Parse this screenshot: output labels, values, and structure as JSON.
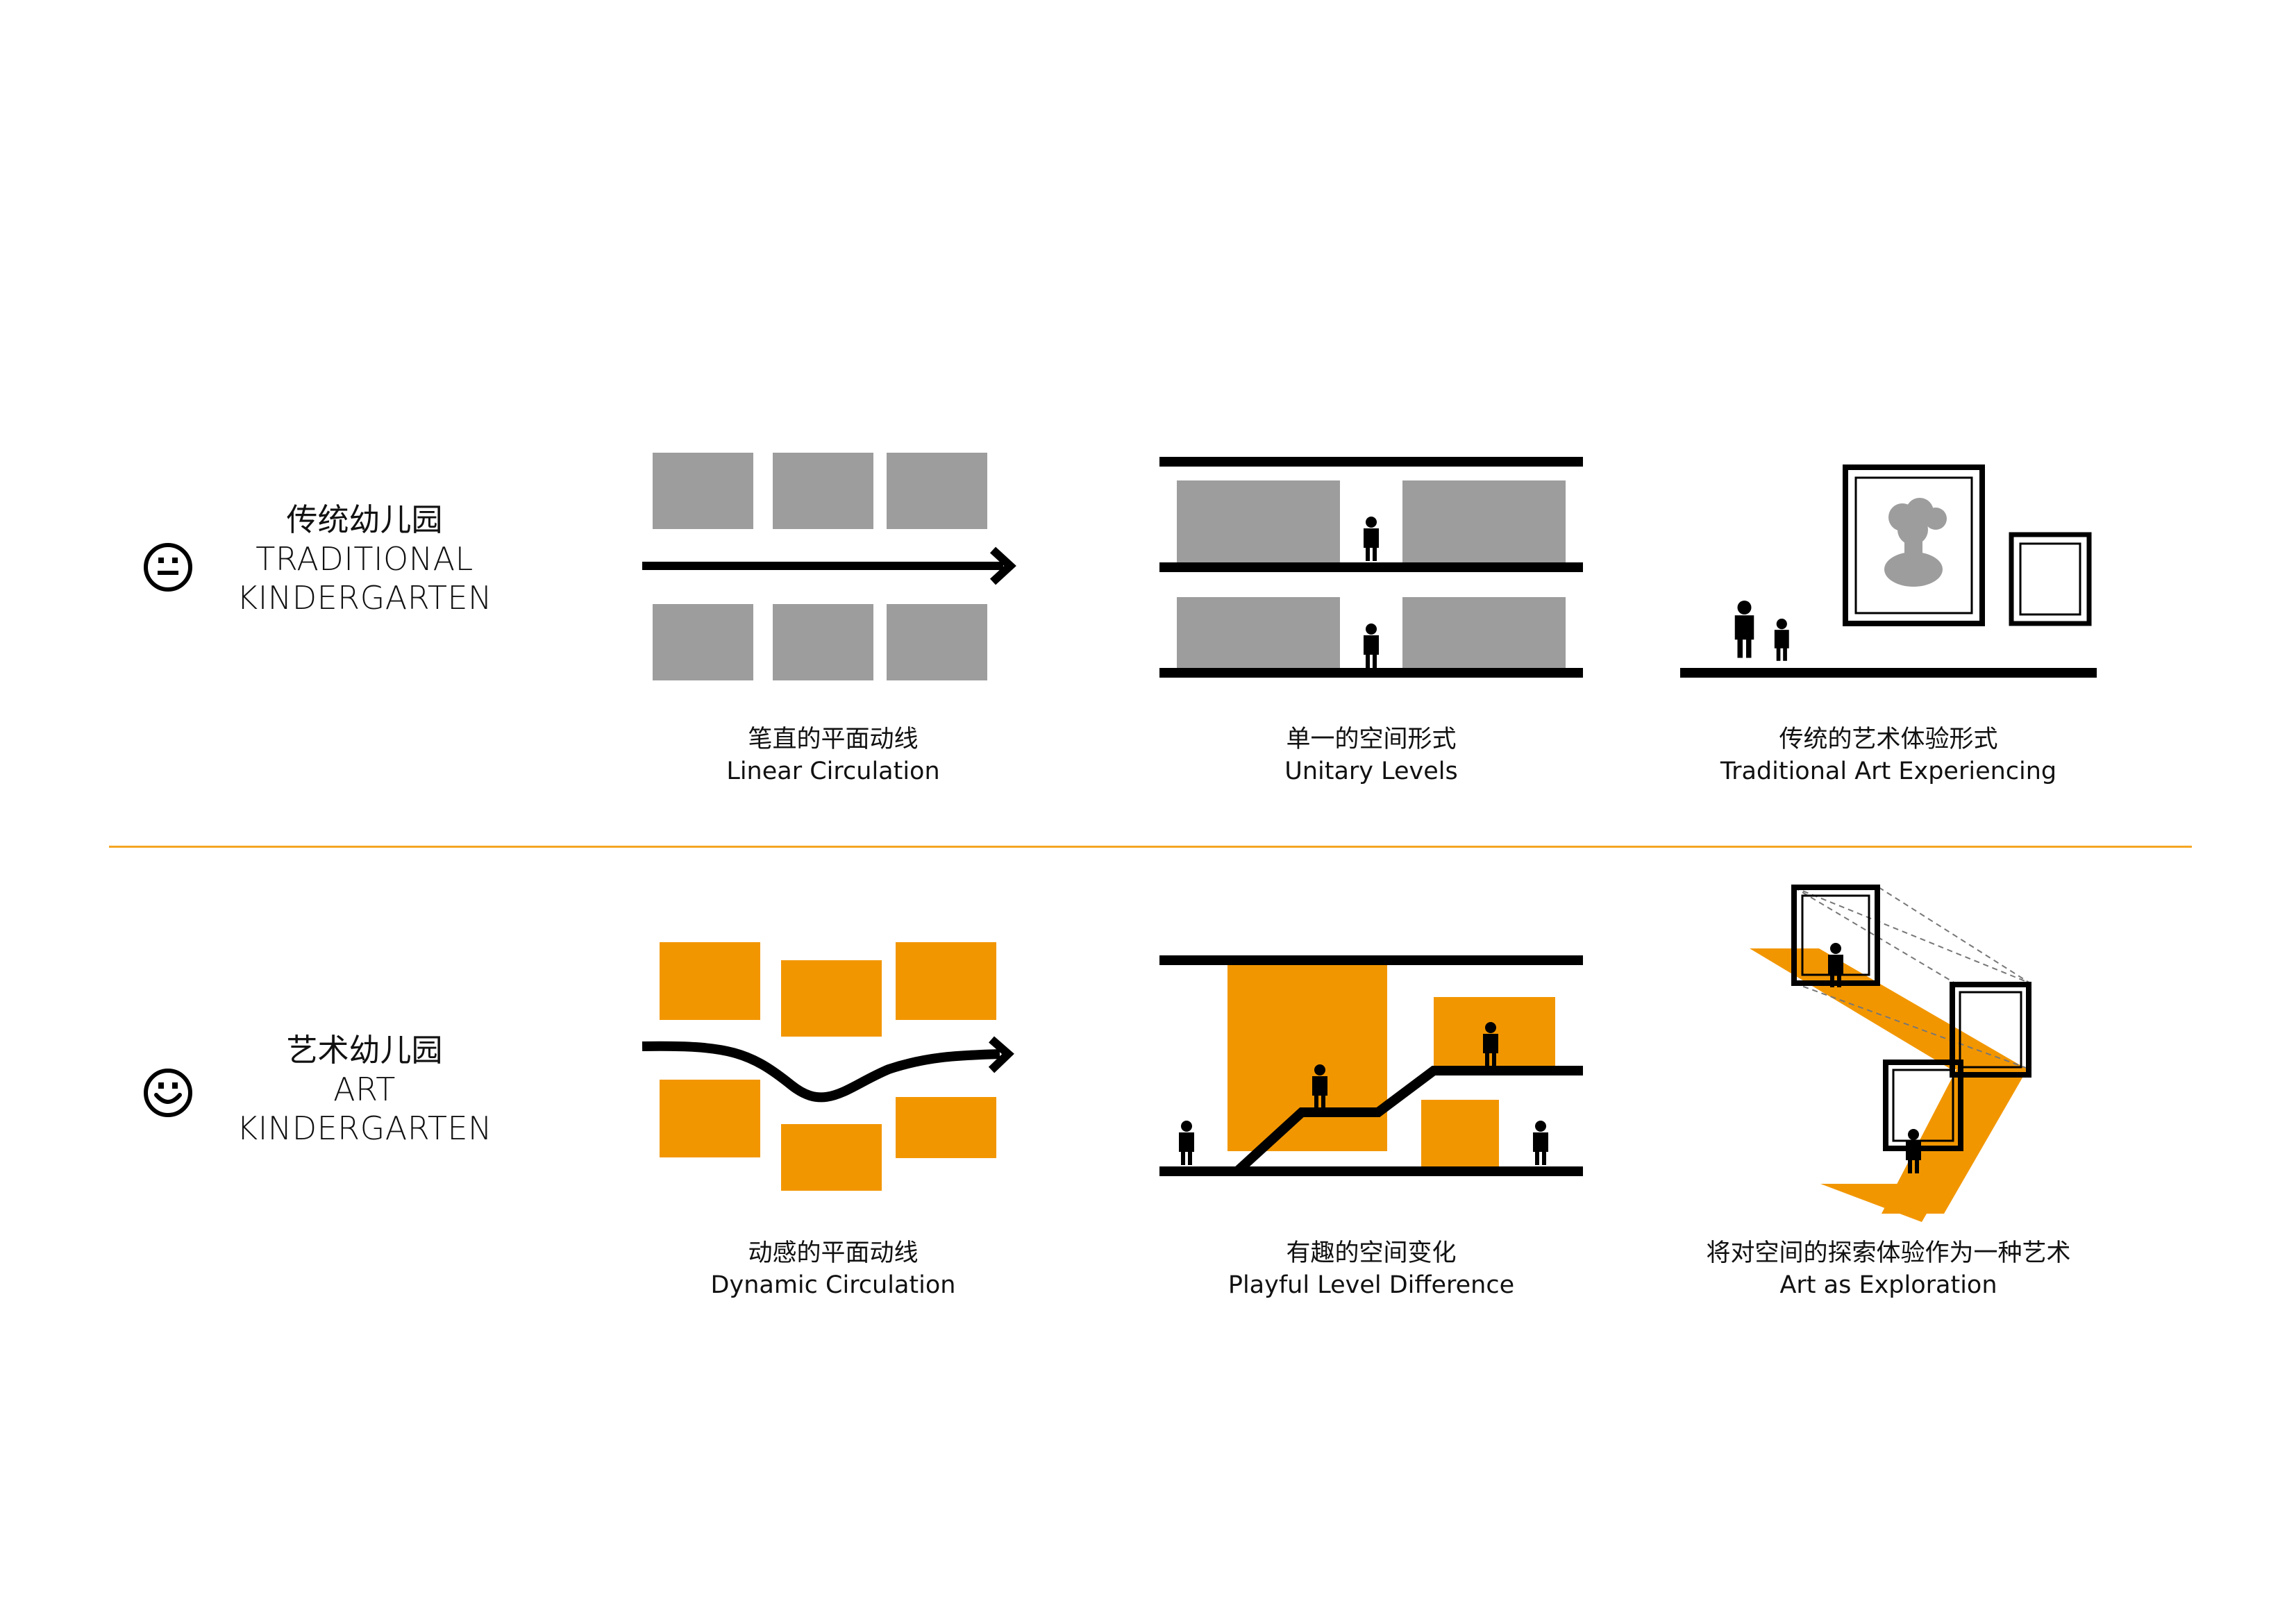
{
  "colors": {
    "accent": "#f29600",
    "gray": "#9d9d9d",
    "black": "#000000",
    "divider": "#f5a623"
  },
  "traditional": {
    "face_icon": "neutral-face-icon",
    "title_cn": "传统幼儿园",
    "title_en_1": "TRADITIONAL",
    "title_en_2": "KINDERGARTEN",
    "captions": [
      {
        "cn": "笔直的平面动线",
        "en": "Linear Circulation"
      },
      {
        "cn": "单一的空间形式",
        "en": "Unitary Levels"
      },
      {
        "cn": "传统的艺术体验形式",
        "en": "Traditional Art Experiencing"
      }
    ]
  },
  "art": {
    "face_icon": "smiling-face-icon",
    "title_cn": "艺术幼儿园",
    "title_en_1": "ART",
    "title_en_2": "KINDERGARTEN",
    "captions": [
      {
        "cn": "动感的平面动线",
        "en": "Dynamic Circulation"
      },
      {
        "cn": "有趣的空间变化",
        "en": "Playful Level Difference"
      },
      {
        "cn": "将对空间的探索体验作为一种艺术",
        "en": "Art as Exploration"
      }
    ]
  }
}
